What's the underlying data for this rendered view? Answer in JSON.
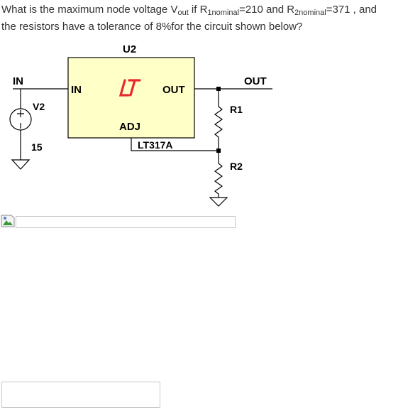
{
  "question": {
    "p1": "What is the maximum node voltage V",
    "s1": "out",
    "p2": " if R",
    "s2": "1nominal",
    "p3": "=210 and R",
    "s3": "2nominal",
    "p4": "=371 , and",
    "line2": "the resistors have a tolerance of 8%for the circuit shown below?"
  },
  "circuit": {
    "u2": "U2",
    "in_net": "IN",
    "out_net": "OUT",
    "v2": "V2",
    "v2_value": "15",
    "pin_in": "IN",
    "pin_out": "OUT",
    "pin_adj": "ADJ",
    "part": "LT317A",
    "logo": "LT",
    "r1": "R1",
    "r2": "R2"
  },
  "colors": {
    "regulator_fill": "#ffffc8",
    "logo": "#e8282d"
  },
  "broken_image_icon": "broken-image-icon",
  "answer": {
    "value": "",
    "placeholder": ""
  }
}
